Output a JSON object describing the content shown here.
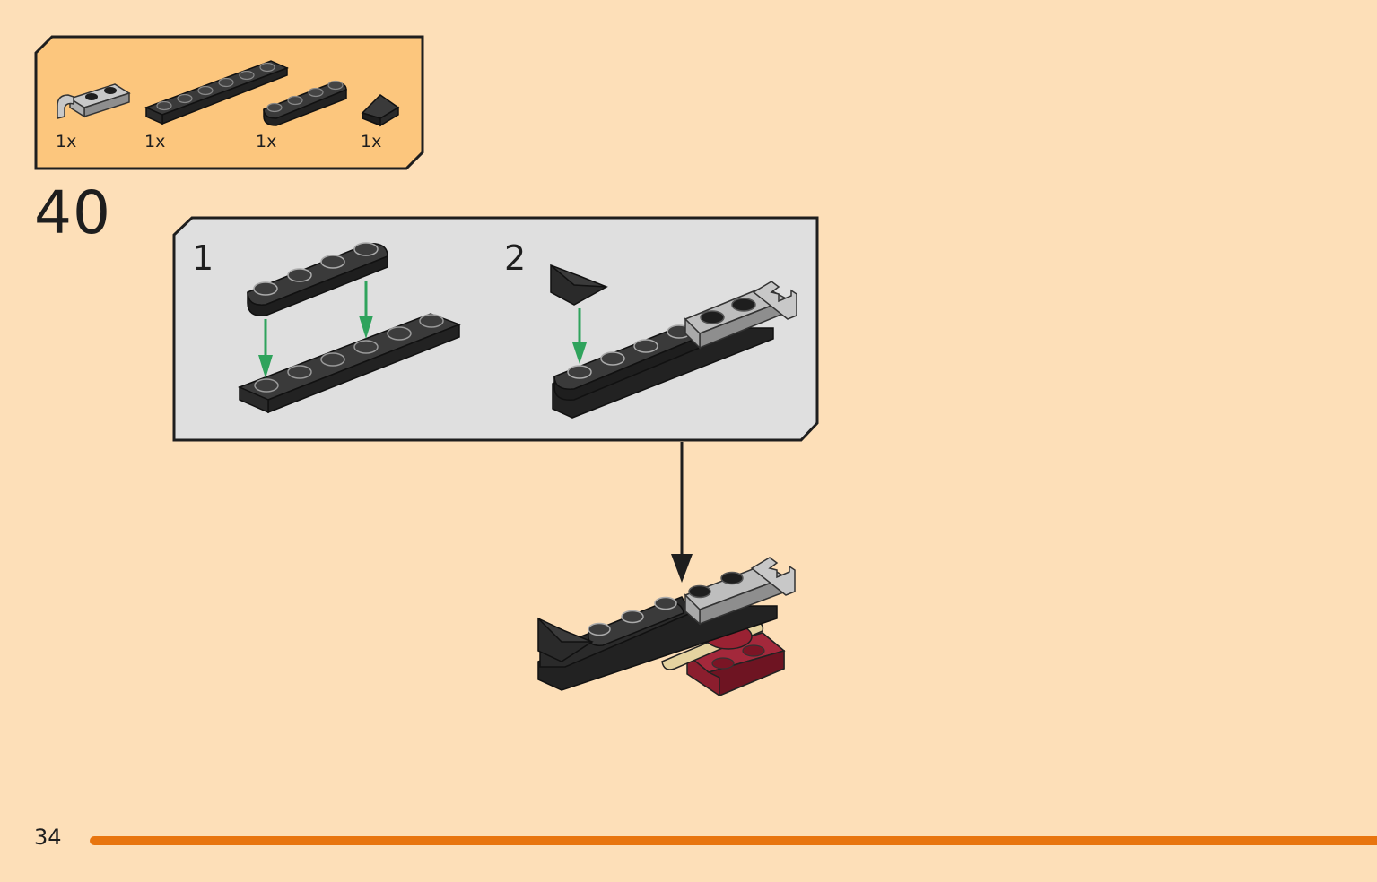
{
  "colors": {
    "page_background": "#FDDFB8",
    "parts_box_background": "#FCC67D",
    "callout_background": "#DFDFDF",
    "footer_accent": "#E8750F",
    "arrow_green": "#2FA35C"
  },
  "parts_list": {
    "items": [
      {
        "part": "light-gray-plate-with-clip",
        "quantity": "1x",
        "color": "#A9A9A9"
      },
      {
        "part": "black-plate-1x6",
        "quantity": "1x",
        "color": "#2B2B2B"
      },
      {
        "part": "black-plate-1x4-rounded",
        "quantity": "1x",
        "color": "#2B2B2B"
      },
      {
        "part": "black-slope-tile",
        "quantity": "1x",
        "color": "#2B2B2B"
      }
    ]
  },
  "step": {
    "number": "40",
    "substeps": [
      {
        "label": "1"
      },
      {
        "label": "2"
      }
    ]
  },
  "footer": {
    "page_number": "34"
  }
}
